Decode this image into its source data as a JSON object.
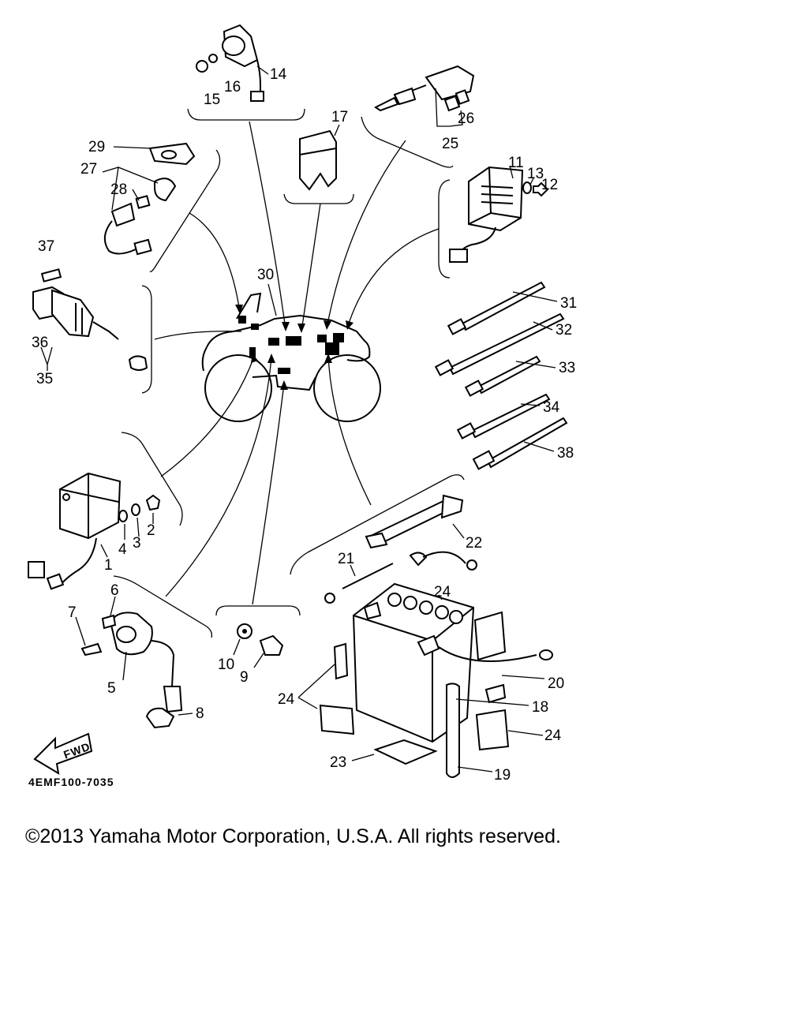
{
  "diagram": {
    "drawing_code": "4EMF100-7035",
    "forward_label": "FWD",
    "callouts": {
      "c1": "1",
      "c2": "2",
      "c3": "3",
      "c4": "4",
      "c5": "5",
      "c6": "6",
      "c7": "7",
      "c8": "8",
      "c9": "9",
      "c10": "10",
      "c11": "11",
      "c12": "12",
      "c13": "13",
      "c14": "14",
      "c15": "15",
      "c16": "16",
      "c17": "17",
      "c18": "18",
      "c19": "19",
      "c20": "20",
      "c21": "21",
      "c22": "22",
      "c23": "23",
      "c24a": "24",
      "c24b": "24",
      "c24c": "24",
      "c25": "25",
      "c26": "26",
      "c27": "27",
      "c28": "28",
      "c29": "29",
      "c30": "30",
      "c31": "31",
      "c32": "32",
      "c33": "33",
      "c34": "34",
      "c35": "35",
      "c36": "36",
      "c37": "37",
      "c38": "38"
    }
  },
  "footer": {
    "copyright": "©2013 Yamaha Motor Corporation, U.S.A. All rights reserved."
  }
}
